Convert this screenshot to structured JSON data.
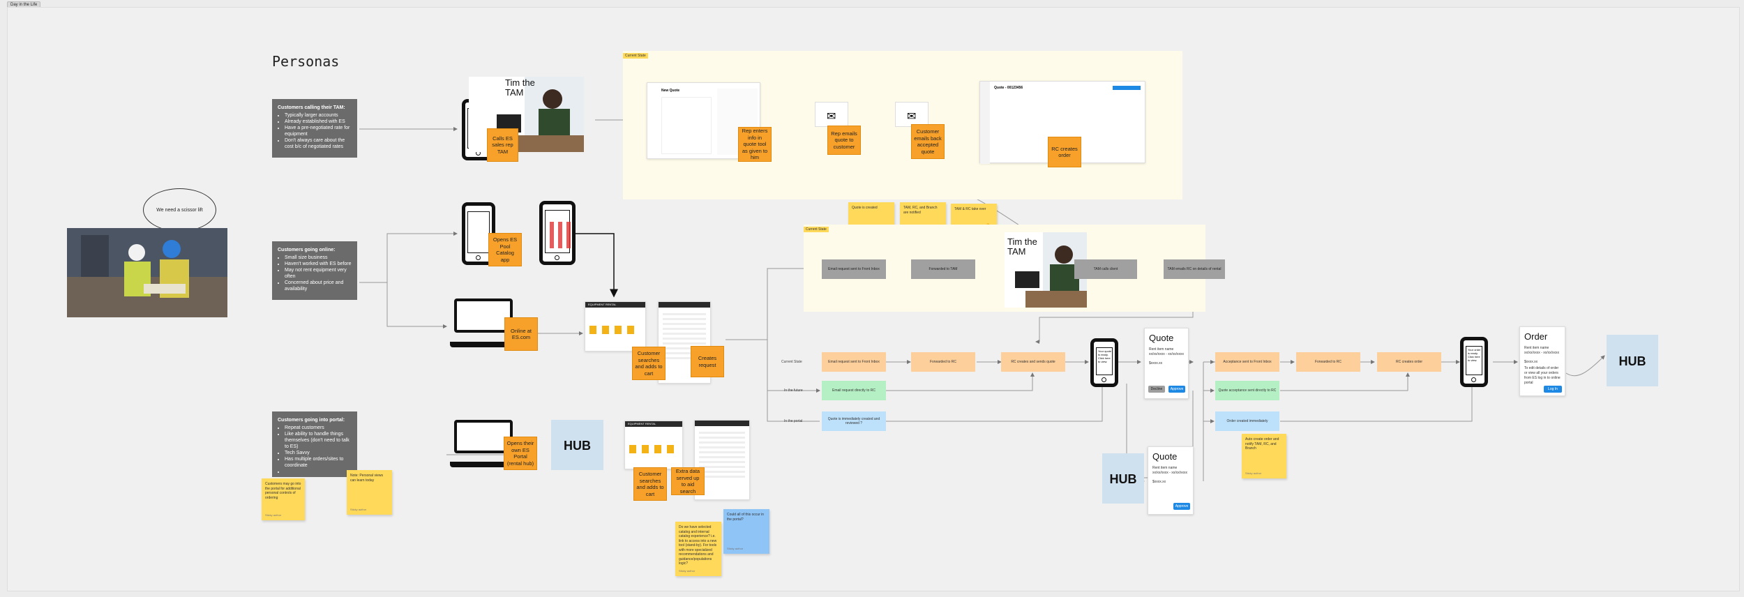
{
  "frame_label": "Day in the Life",
  "personas_title": "Personas",
  "thought_bubble": "We need a scissor lift",
  "personas": [
    {
      "title": "Customers calling their TAM:",
      "points": [
        "Typically larger accounts",
        "Already established with ES",
        "Have a pre-negotiated rate for equipment",
        "Don't always care about the cost b/c of negotiated rates"
      ]
    },
    {
      "title": "Customers going online:",
      "points": [
        "Small size business",
        "Haven't worked with ES before",
        "May not rent equipment very often",
        "Concerned about price and availability"
      ]
    },
    {
      "title": "Customers going into portal:",
      "points": [
        "Repeat customers",
        "Like ability to handle things themselves (don't need to talk to ES)",
        "Tech Savvy",
        "Has multiple orders/sites to coordinate"
      ]
    }
  ],
  "tim_name": "Tim the TAM",
  "zone_label": "Current State",
  "orange_notes": {
    "calls_tam": "Calls ES sales rep TAM",
    "opens_app": "Opens ES Pool Catalog app",
    "online": "Online at ES.com",
    "portal": "Opens their own ES Portal (rental hub)",
    "rep_enters": "Rep enters info in quote tool as given to him",
    "rep_emails": "Rep emails quote to customer",
    "customer_emails": "Customer emails back accepted quote",
    "rc_creates": "RC creates order",
    "cust_search_1": "Customer searches and adds to cart",
    "creates_request": "Creates request",
    "cust_search_2": "Customer searches and adds to cart",
    "extra_data": "Extra data served up to aid search"
  },
  "stickies": {
    "s1": "Quote is created",
    "s2": "TAM, RC, and Branch are notified",
    "s3": "TAM & RC take over",
    "s4": "Customers may go into the portal for additional personal controls of ordering",
    "s5": "Note: Personal views can learn today",
    "s6": "Do we have selected catalog and internal catalog experience? i.e. link to access into a new tool (stand-by). For tools with more specialized recommendations and guidance/populations logic?",
    "s7": "Could all of this occur in the portal?",
    "s8": "Auto create order and notify TAM, RC, and Branch",
    "author": "Sticky author"
  },
  "thumb_emoji": "👍",
  "flow_grey": [
    "Email request sent to Front Inbox",
    "Forwarded to TAM",
    "TAM calls client",
    "TAM emails RC on details of rental"
  ],
  "row_labels": [
    "Current State",
    "In the future",
    "In the portal"
  ],
  "flow_peach_row": [
    "Email request sent to Front Inbox",
    "Forwarded to RC",
    "RC creates and sends quote"
  ],
  "flow_green": "Email request directly to RC",
  "flow_blue": "Quote is immediately created and reviewed ?",
  "flow_after_quote": [
    "Acceptance sent to Front Inbox",
    "Forwarded to RC",
    "RC creates order"
  ],
  "flow_after_green": "Quote acceptance sent directly to RC",
  "flow_after_blue": "Order created immediately",
  "phone_quote_text": "Your quote is ready. Click here to view.",
  "phone_order_text": "Your order is ready. Click here to view.",
  "phone_link": "Click here",
  "quote_card": {
    "title": "Quote",
    "subtitle": "Rent item name",
    "line2": "xx/xx/xxxx - xx/xx/xxxx",
    "line3": "$xxxx.xx",
    "decline": "Decline",
    "approve": "Approve"
  },
  "order_card": {
    "title": "Order",
    "subtitle": "Rent item name",
    "line2": "xx/xx/xxxx - xx/xx/xxxx",
    "line3": "$xxxx.xx",
    "body": "To edit details of order or view all your orders from ES log in to online portal",
    "action": "Log In"
  },
  "hub_label": "HUB",
  "screens": {
    "equipment_rental": "EQUIPMENT RENTAL",
    "new_quote": "New Quote",
    "quote_num": "Quote - 00123456"
  }
}
